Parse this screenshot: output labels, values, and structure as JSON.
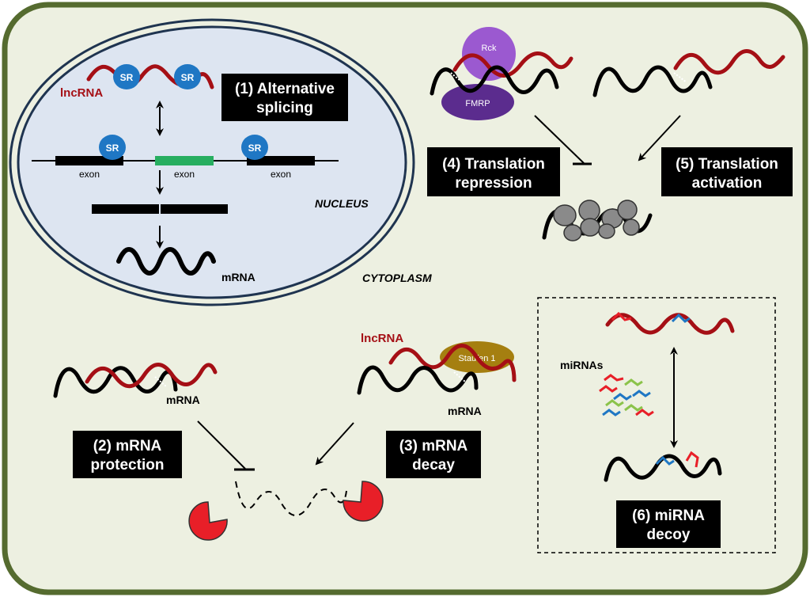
{
  "compartments": {
    "nucleus": "NUCLEUS",
    "cytoplasm": "CYTOPLASM"
  },
  "splicing": {
    "title_line1": "(1) Alternative",
    "title_line2": "splicing",
    "lncrna_label": "lncRNA",
    "sr_label": "SR",
    "exon_label": "exon",
    "mrna_label": "mRNA"
  },
  "translation": {
    "repression_line1": "(4) Translation",
    "repression_line2": "repression",
    "activation_line1": "(5) Translation",
    "activation_line2": "activation",
    "rck_label": "Rck",
    "fmrp_label": "FMRP"
  },
  "protection": {
    "title_line1": "(2) mRNA",
    "title_line2": "protection",
    "mrna_label": "mRNA"
  },
  "decay": {
    "title_line1": "(3) mRNA",
    "title_line2": "decay",
    "lncrna_label": "lncRNA",
    "staufen_label": "Staufen 1",
    "mrna_label": "mRNA"
  },
  "decoy": {
    "title_line1": "(6) miRNA",
    "title_line2": "decoy",
    "mirnas_label": "miRNAs"
  },
  "colors": {
    "cell_fill": "#edf0e1",
    "cell_border": "#556b2f",
    "nucleus_fill": "#dde5f1",
    "nucleus_border": "#1f3450",
    "lncrna": "#a50f15",
    "mrna": "#000000",
    "sr_protein": "#1f77c4",
    "rck": "#9b59d0",
    "fmrp": "#5b2c8e",
    "staufen": "#a57f10",
    "exon_alt": "#27ae60",
    "exonuclease": "#e81f28",
    "title_box": "#000000"
  }
}
